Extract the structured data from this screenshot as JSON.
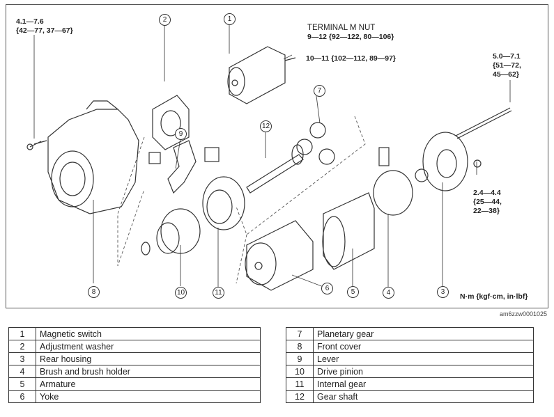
{
  "diagram": {
    "callouts": [
      "1",
      "2",
      "3",
      "4",
      "5",
      "6",
      "7",
      "8",
      "9",
      "10",
      "11",
      "12"
    ],
    "torque_top_left": {
      "range": "4.1—7.6",
      "alt": "{42—77, 37—67}"
    },
    "terminal_m_nut": {
      "title": "TERMINAL M NUT",
      "range": "9—12 {92—122, 80—106}"
    },
    "torque_switch": "10—11 {102—112, 89—97}",
    "torque_bolt": {
      "range": "5.0—7.1",
      "alt1": "{51—72,",
      "alt2": "45—62}"
    },
    "torque_screw": {
      "range": "2.4—4.4",
      "alt1": "{25—44,",
      "alt2": "22—38}"
    },
    "units": "N·m {kgf·cm, in·lbf}",
    "image_id": "am6zzw0001025"
  },
  "legend": {
    "left": [
      {
        "no": "1",
        "name": "Magnetic switch"
      },
      {
        "no": "2",
        "name": "Adjustment washer"
      },
      {
        "no": "3",
        "name": "Rear housing"
      },
      {
        "no": "4",
        "name": "Brush and brush holder"
      },
      {
        "no": "5",
        "name": "Armature"
      },
      {
        "no": "6",
        "name": "Yoke"
      }
    ],
    "right": [
      {
        "no": "7",
        "name": "Planetary gear"
      },
      {
        "no": "8",
        "name": "Front cover"
      },
      {
        "no": "9",
        "name": "Lever"
      },
      {
        "no": "10",
        "name": "Drive pinion"
      },
      {
        "no": "11",
        "name": "Internal gear"
      },
      {
        "no": "12",
        "name": "Gear shaft"
      }
    ]
  }
}
